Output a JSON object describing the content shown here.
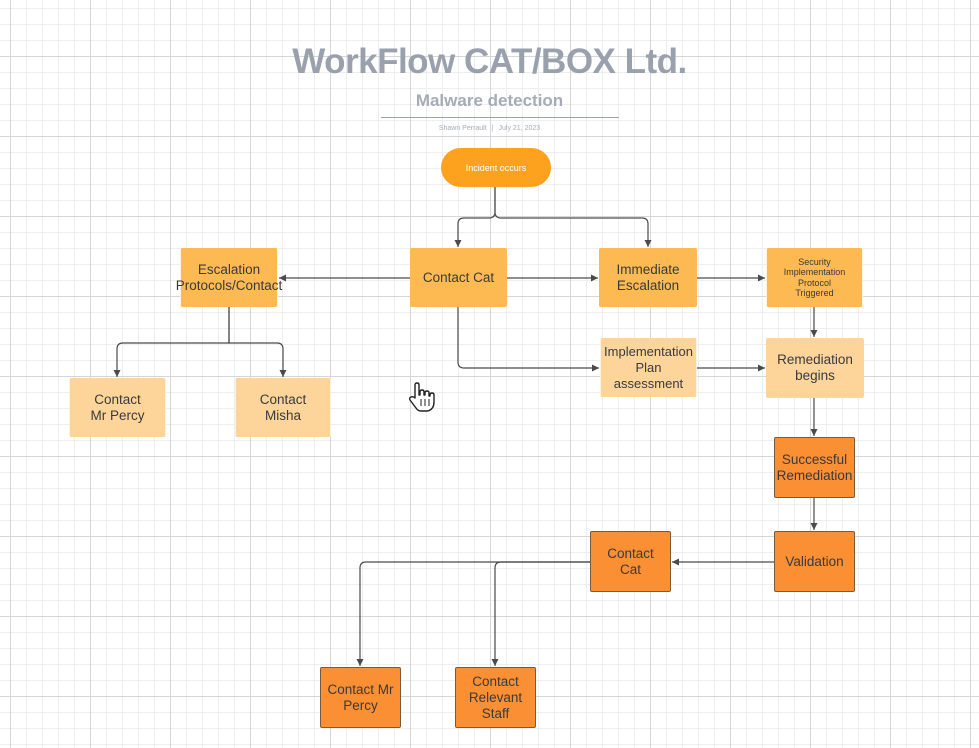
{
  "header": {
    "title": "WorkFlow CAT/BOX Ltd.",
    "subtitle": "Malware detection",
    "author": "Shawn Perrault",
    "date": "July 21, 2023"
  },
  "nodes": {
    "incident": "Incident occurs",
    "escalation_protocols": "Escalation\nProtocols/Contact",
    "contact_cat_top": "Contact Cat",
    "immediate_escalation": "Immediate\nEscalation",
    "security_protocol": "Security\nImplementation\nProtocol\nTriggered",
    "contact_percy_top": "Contact\nMr Percy",
    "contact_misha": "Contact\nMisha",
    "implementation_plan": "Implementation\nPlan\nassessment",
    "remediation_begins": "Remediation\nbegins",
    "successful_remediation": "Successful\nRemediation",
    "validation": "Validation",
    "contact_cat_bottom": "Contact\nCat",
    "contact_percy_bottom": "Contact Mr\nPercy",
    "contact_staff": "Contact\nRelevant\nStaff"
  },
  "colors": {
    "start": "#fca21f",
    "process": "#fdba53",
    "light_process": "#fdd59a",
    "final_process": "#fb8f34",
    "connector": "#4a4a4a"
  },
  "icons": {
    "pointer": "hand-pointer-icon"
  }
}
